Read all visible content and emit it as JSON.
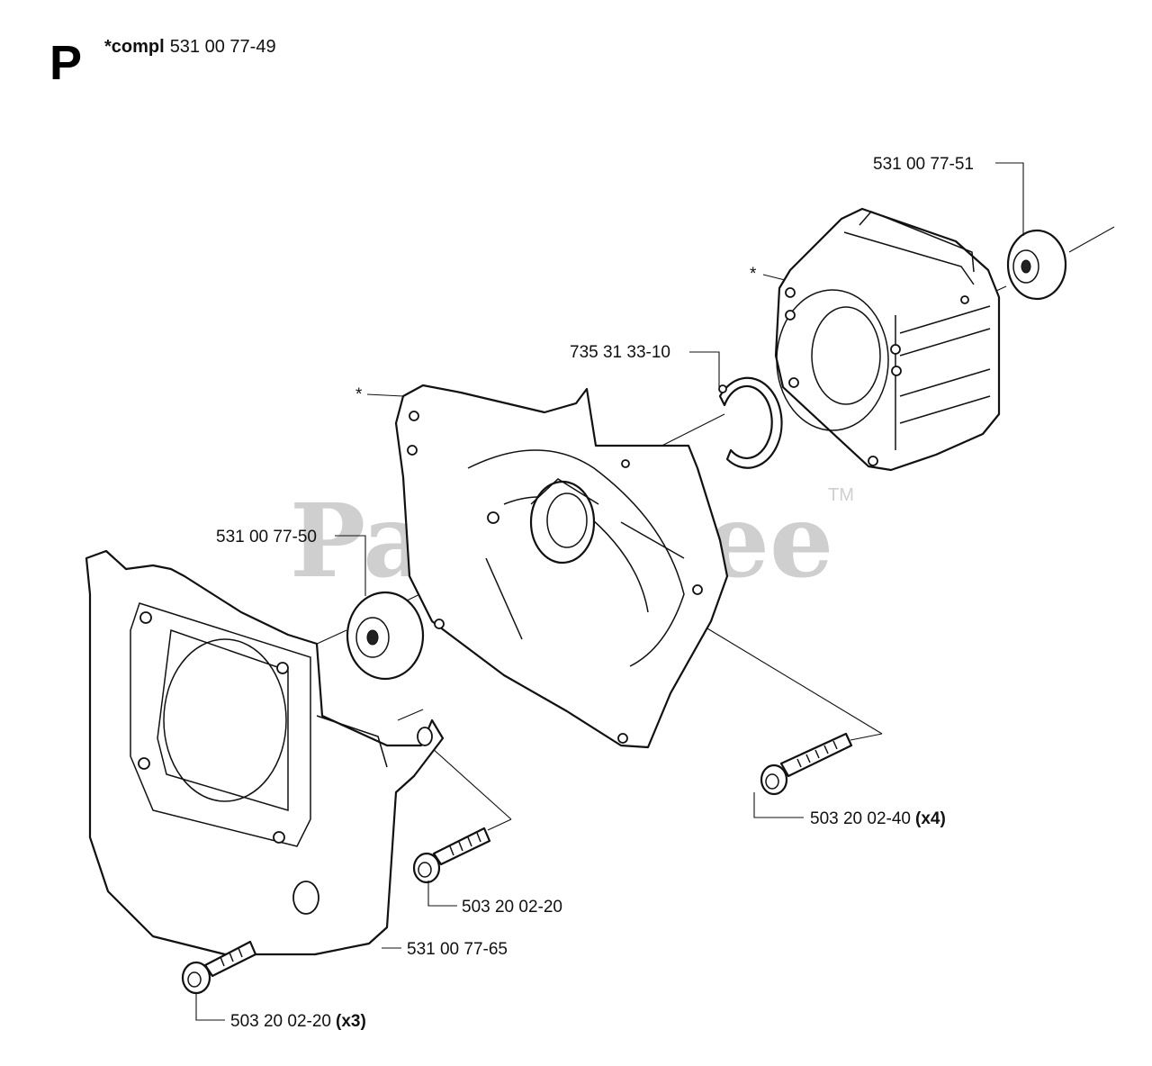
{
  "header": {
    "section_letter": "P",
    "compl_prefix": "*compl",
    "compl_number": "531 00 77-49"
  },
  "watermark": {
    "text": "PartsTree",
    "trademark": "TM"
  },
  "labels": {
    "seal_right": "531 00 77-51",
    "asterisk_right": "*",
    "circlip": "735 31 33-10",
    "asterisk_middle": "*",
    "seal_left": "531 00 77-50",
    "screw_right": "503 20 02-40",
    "screw_right_qty": "(x4)",
    "screw_middle": "503 20 02-20",
    "cover": "531 00 77-65",
    "screw_left": "503 20 02-20",
    "screw_left_qty": "(x3)"
  }
}
